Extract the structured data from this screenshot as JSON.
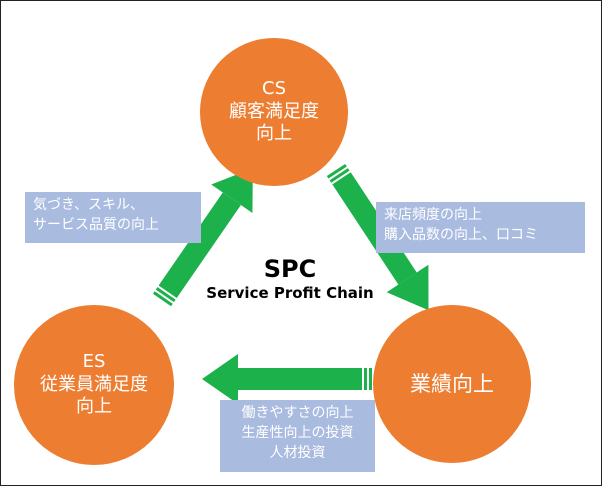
{
  "colors": {
    "node": "#ED7D31",
    "arrow": "#1DB14B",
    "label_bg": "#A9BCE0",
    "text_on_shape": "#ffffff"
  },
  "nodes": {
    "cs": {
      "line1": "CS",
      "line2": "顧客満足度",
      "line3": "向上"
    },
    "es": {
      "line1": "ES",
      "line2": "従業員満足度",
      "line3": "向上"
    },
    "performance": {
      "line1": "業績向上"
    }
  },
  "labels": {
    "left": {
      "line1": "気づき、スキル、",
      "line2": "サービス品質の向上"
    },
    "right": {
      "line1": "来店頻度の向上",
      "line2": "購入品数の向上、口コミ"
    },
    "bottom": {
      "line1": "働きやすさの向上",
      "line2": "生産性向上の投資",
      "line3": "人材投資"
    }
  },
  "center": {
    "title": "SPC",
    "subtitle": "Service Profit Chain"
  }
}
